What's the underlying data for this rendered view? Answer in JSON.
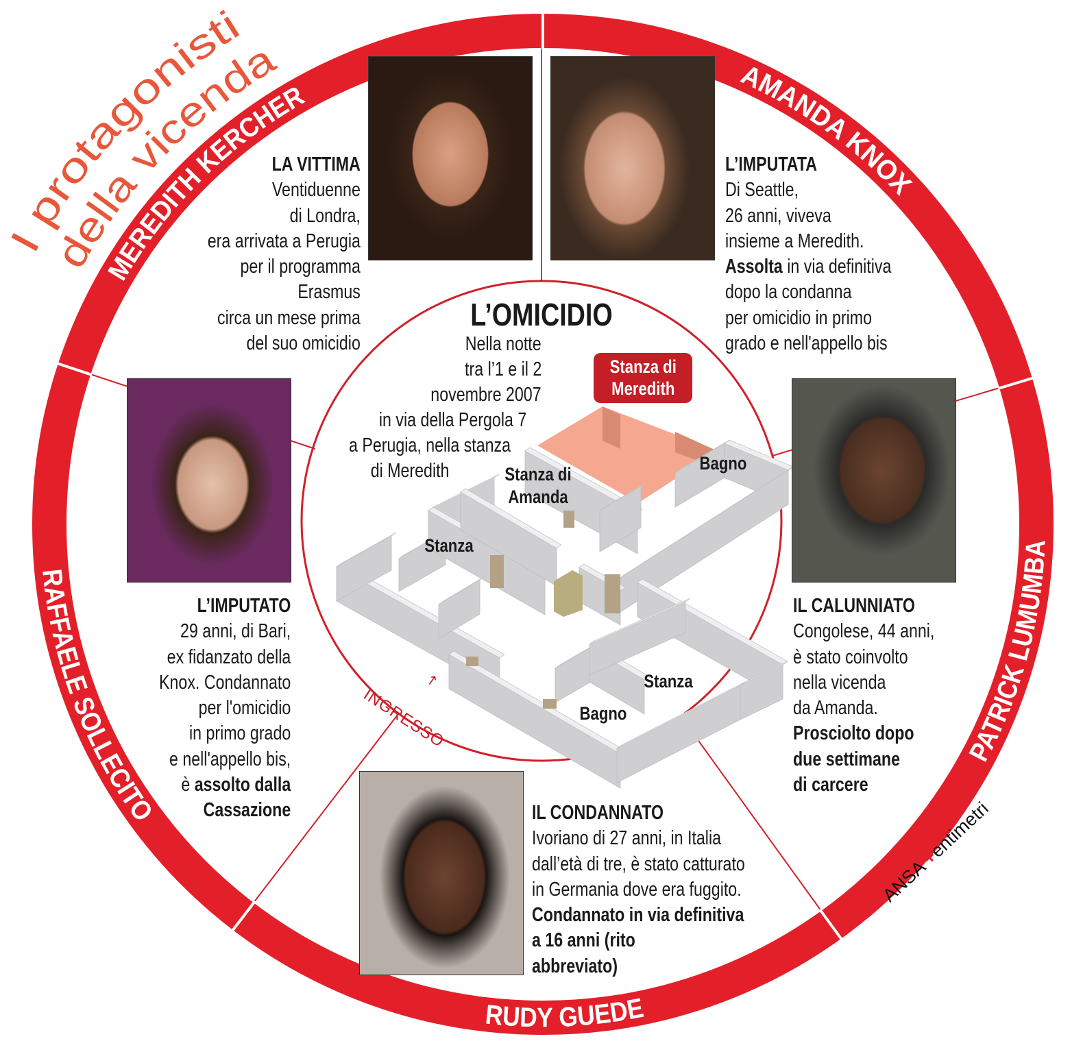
{
  "title": {
    "line1": "I protagonisti",
    "line2": "della vicenda"
  },
  "colors": {
    "ring": "#e3202a",
    "title": "#e8573a",
    "highlight_room": "#f5a88f",
    "tag": "#c41e27"
  },
  "ring_labels": {
    "meredith": "MEREDITH KERCHER",
    "amanda": "AMANDA KNOX",
    "patrick": "PATRICK LUMUMBA",
    "rudy": "RUDY GUEDE",
    "raffaele": "RAFFAELE SOLLECITO"
  },
  "people": {
    "meredith": {
      "heading": "LA VITTIMA",
      "lines": [
        [
          [
            "Ventiduenne",
            false
          ]
        ],
        [
          [
            "di Londra,",
            false
          ]
        ],
        [
          [
            "era arrivata a Perugia",
            false
          ]
        ],
        [
          [
            "per il programma",
            false
          ]
        ],
        [
          [
            "Erasmus",
            false
          ]
        ],
        [
          [
            "circa un mese prima",
            false
          ]
        ],
        [
          [
            "del suo omicidio",
            false
          ]
        ]
      ]
    },
    "amanda": {
      "heading": "L’IMPUTATA",
      "lines": [
        [
          [
            "Di Seattle,",
            false
          ]
        ],
        [
          [
            "26 anni, viveva",
            false
          ]
        ],
        [
          [
            "insieme a Meredith.",
            false
          ]
        ],
        [
          [
            "Assolta",
            true
          ],
          [
            " in via definitiva",
            false
          ]
        ],
        [
          [
            "dopo la condanna",
            false
          ]
        ],
        [
          [
            "per omicidio in primo",
            false
          ]
        ],
        [
          [
            "grado e nell'appello bis",
            false
          ]
        ]
      ]
    },
    "raffaele": {
      "heading": "L’IMPUTATO",
      "lines": [
        [
          [
            "29 anni, di Bari,",
            false
          ]
        ],
        [
          [
            "ex fidanzato della",
            false
          ]
        ],
        [
          [
            "Knox. Condannato",
            false
          ]
        ],
        [
          [
            "per l'omicidio",
            false
          ]
        ],
        [
          [
            "in primo grado",
            false
          ]
        ],
        [
          [
            "e nell'appello bis,",
            false
          ]
        ],
        [
          [
            "è ",
            false
          ],
          [
            "assolto dalla",
            true
          ]
        ],
        [
          [
            "Cassazione",
            true
          ]
        ]
      ]
    },
    "patrick": {
      "heading": "IL CALUNNIATO",
      "lines": [
        [
          [
            "Congolese, 44 anni,",
            false
          ]
        ],
        [
          [
            "è stato coinvolto",
            false
          ]
        ],
        [
          [
            "nella vicenda",
            false
          ]
        ],
        [
          [
            "da Amanda.",
            false
          ]
        ],
        [
          [
            "Prosciolto dopo",
            true
          ]
        ],
        [
          [
            "due settimane",
            true
          ]
        ],
        [
          [
            "di carcere",
            true
          ]
        ]
      ]
    },
    "rudy": {
      "heading": "IL CONDANNATO",
      "lines": [
        [
          [
            "Ivoriano di 27 anni, in Italia",
            false
          ]
        ],
        [
          [
            "dall’età di tre, è stato catturato",
            false
          ]
        ],
        [
          [
            "in Germania dove era fuggito.",
            false
          ]
        ],
        [
          [
            "Condannato in via definitiva",
            true
          ]
        ],
        [
          [
            "a 16 anni (rito",
            true
          ]
        ],
        [
          [
            "abbreviato)",
            true
          ]
        ]
      ]
    }
  },
  "omicidio": {
    "title": "L’OMICIDIO",
    "lines": [
      "Nella notte",
      "tra l’1 e il 2",
      "novembre 2007",
      "in via della Pergola 7",
      "a Perugia, nella stanza",
      "di Meredith"
    ]
  },
  "floorplan": {
    "meredith_room_1": "Stanza di",
    "meredith_room_2": "Meredith",
    "amanda_room_1": "Stanza di",
    "amanda_room_2": "Amanda",
    "bathroom_top": "Bagno",
    "room_left": "Stanza",
    "room_bottom": "Stanza",
    "bathroom_bottom": "Bagno",
    "entrance": "INGRESSO",
    "entrance_arrow": "↗"
  },
  "logo": {
    "brand": "ANSA",
    "plus": "+",
    "sub": "entimetri"
  }
}
